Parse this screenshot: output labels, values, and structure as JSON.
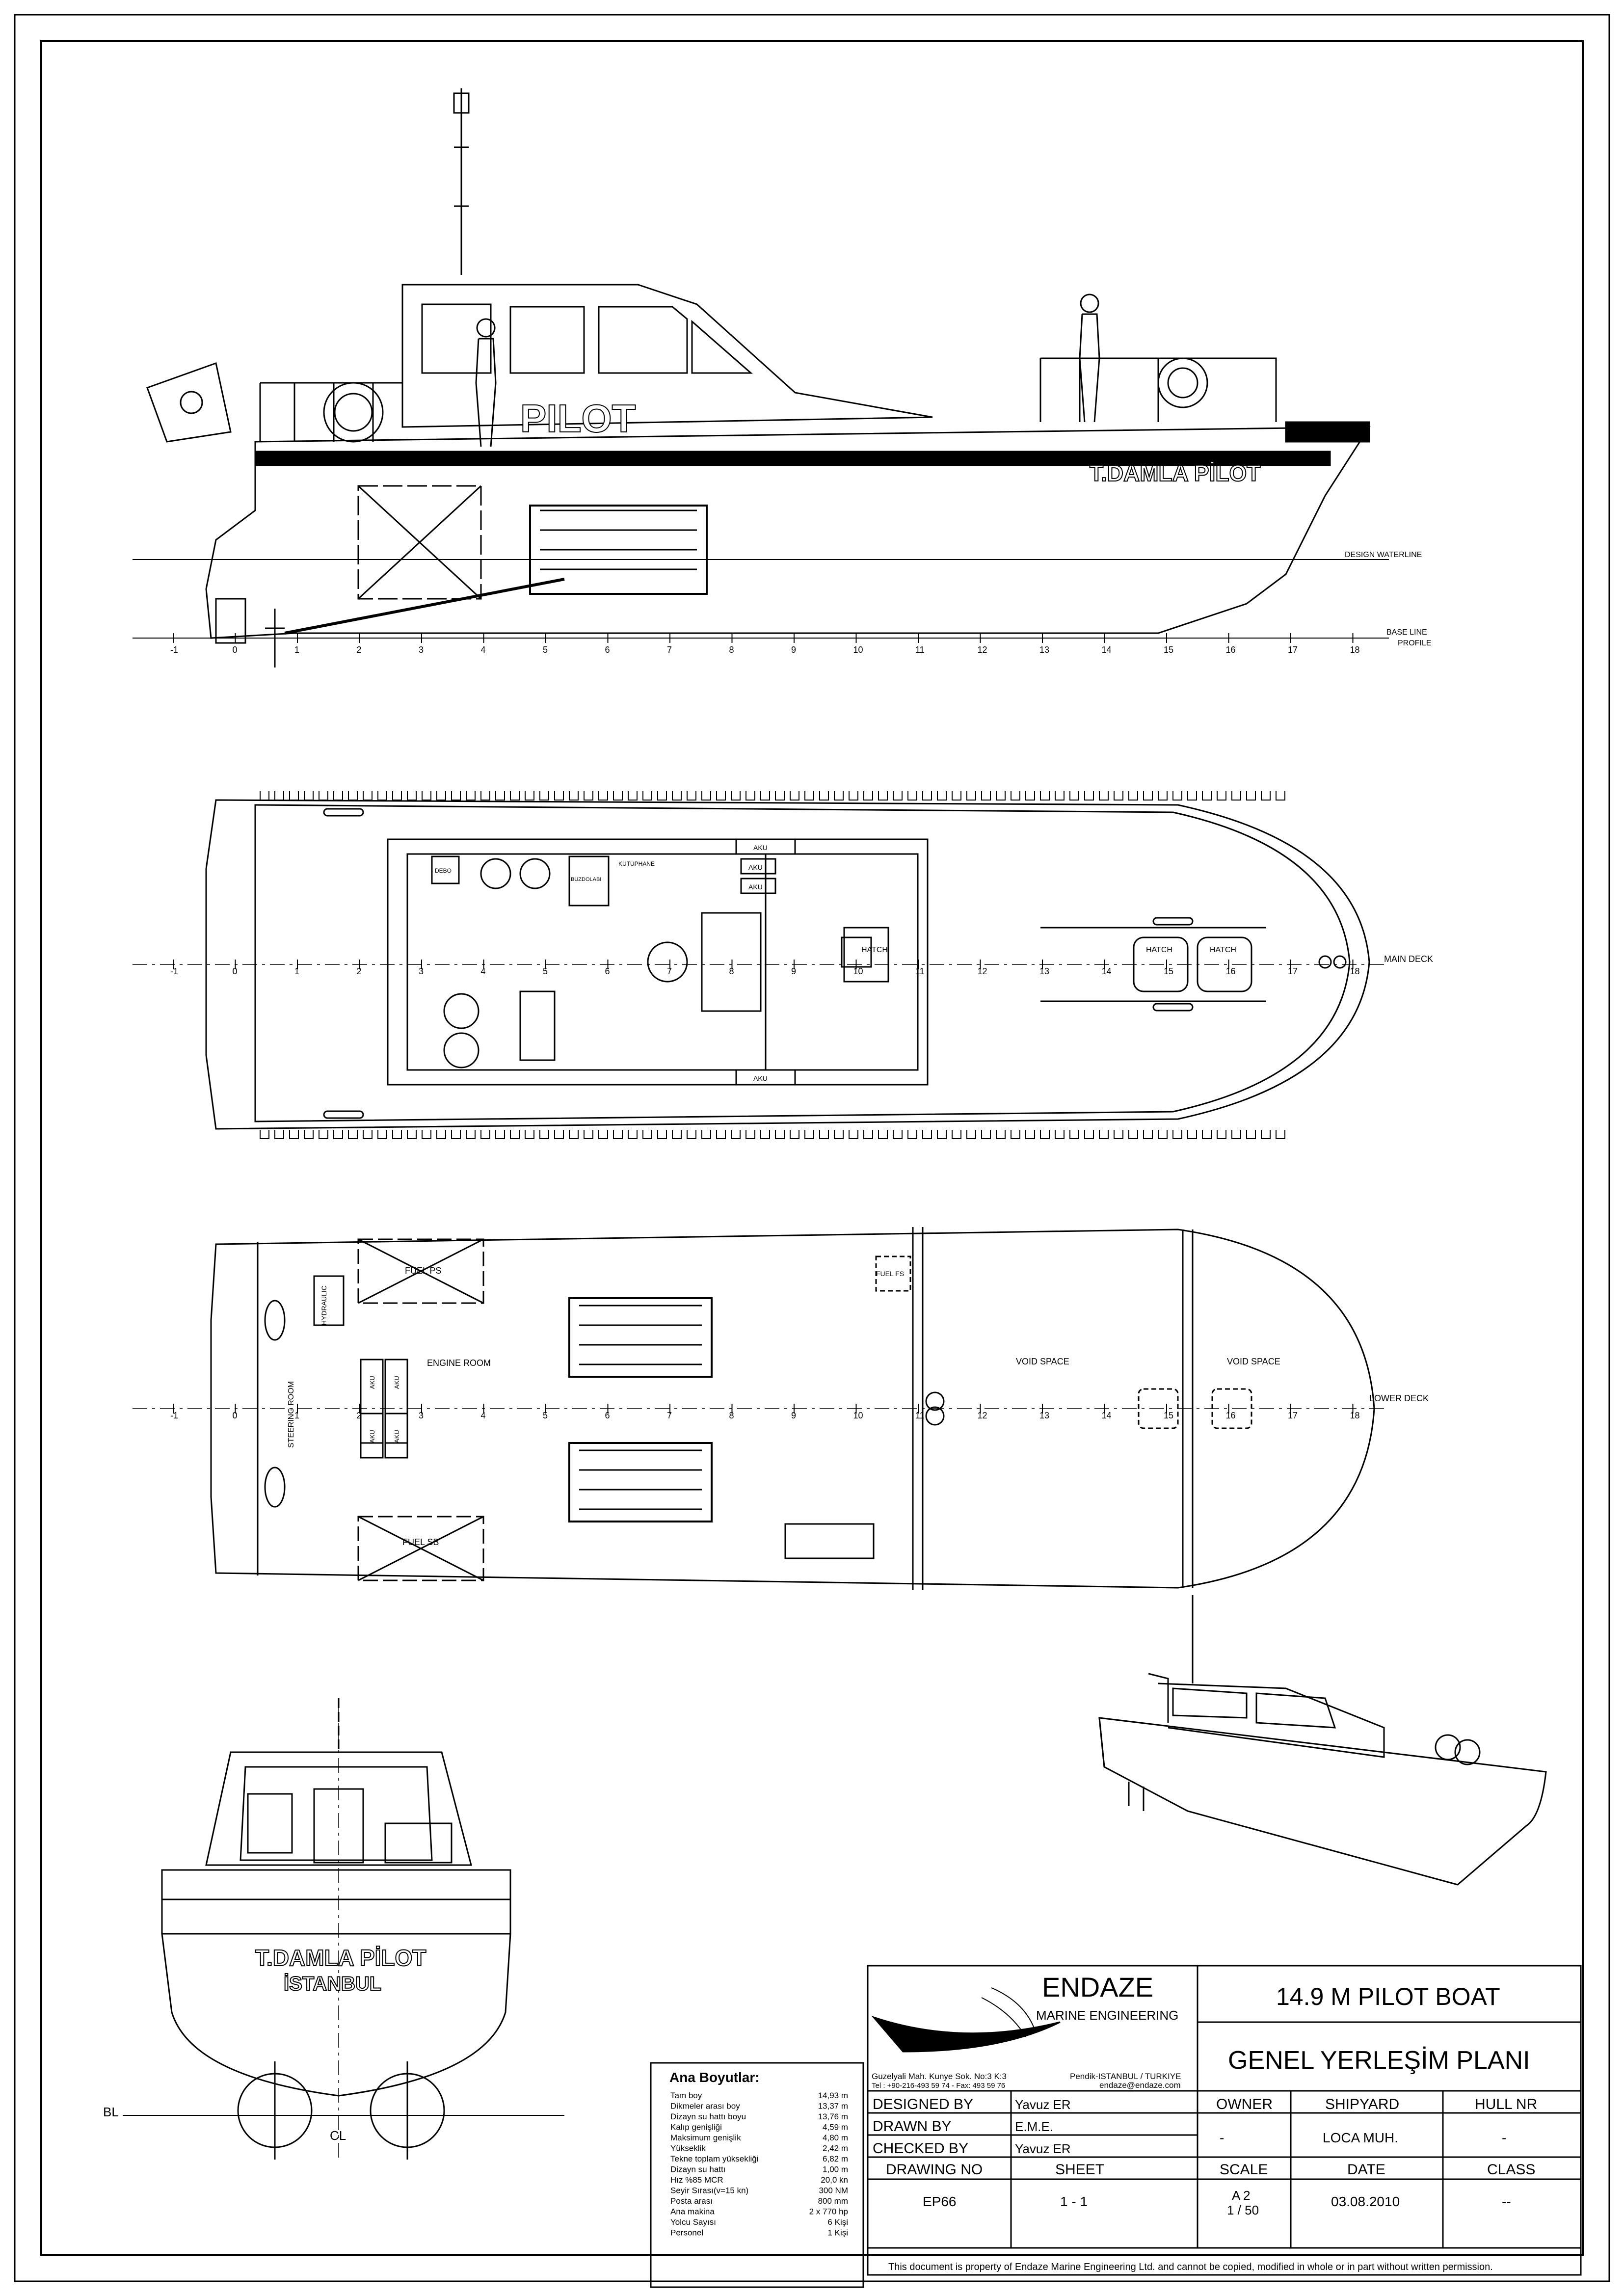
{
  "profile_view": {
    "vessel_name": "T.DAMLA PİLOT",
    "house_text": "PILOT",
    "design_waterline_label": "DESIGN WATERLINE",
    "base_line_label": "BASE LINE",
    "profile_label": "PROFILE",
    "frame_numbers": [
      "-1",
      "0",
      "1",
      "2",
      "3",
      "4",
      "5",
      "6",
      "7",
      "8",
      "9",
      "10",
      "11",
      "12",
      "13",
      "14",
      "15",
      "16",
      "17",
      "18"
    ]
  },
  "main_deck_view": {
    "label": "MAIN DECK",
    "hatch_labels": [
      "HATCH",
      "HATCH",
      "HATCH"
    ],
    "battery_labels": [
      "AKU",
      "AKU",
      "AKU",
      "AKU"
    ],
    "cabin_labels": [
      "DEBO",
      "KÜTÜPHANE",
      "BUZDOLABI"
    ],
    "frame_numbers": [
      "-1",
      "0",
      "1",
      "2",
      "3",
      "4",
      "5",
      "6",
      "7",
      "8",
      "9",
      "10",
      "11",
      "12",
      "13",
      "14",
      "15",
      "16",
      "17",
      "18"
    ]
  },
  "lower_deck_view": {
    "label": "LOWER DECK",
    "fuel_ps": "FUEL PS",
    "fuel_sb": "FUEL SB",
    "fuel_fwd": "FUEL FS",
    "hydraulic": "HYDRAULIC",
    "engine_room": "ENGINE ROOM",
    "steering_room": "STEERING ROOM",
    "void_space_1": "VOID SPACE",
    "void_space_2": "VOID SPACE",
    "aku_labels": [
      "AKU",
      "AKU",
      "AKU",
      "AKU"
    ],
    "frame_numbers": [
      "-1",
      "0",
      "1",
      "2",
      "3",
      "4",
      "5",
      "6",
      "7",
      "8",
      "9",
      "10",
      "11",
      "12",
      "13",
      "14",
      "15",
      "16",
      "17",
      "18"
    ]
  },
  "stern_view": {
    "name_line1": "T.DAMLA PİLOT",
    "name_line2": "İSTANBUL",
    "bl_label": "BL",
    "cl_label": "CL"
  },
  "main_dimensions": {
    "title": "Ana Boyutlar:",
    "rows": [
      {
        "label": "Tam boy",
        "value": "14,93 m"
      },
      {
        "label": "Dikmeler arası boy",
        "value": "13,37 m"
      },
      {
        "label": "Dizayn su hattı boyu",
        "value": "13,76 m"
      },
      {
        "label": "Kalıp genişliği",
        "value": "4,59 m"
      },
      {
        "label": "Maksimum genişlik",
        "value": "4,80 m"
      },
      {
        "label": "Yükseklik",
        "value": "2,42 m"
      },
      {
        "label": "Tekne toplam yüksekliği",
        "value": "6,82 m"
      },
      {
        "label": "Dizayn su hattı",
        "value": "1,00 m"
      },
      {
        "label": "Hız %85 MCR",
        "value": "20,0 kn"
      },
      {
        "label": "Seyir Sırası(v=15 kn)",
        "value": "300 NM"
      },
      {
        "label": "Posta arası",
        "value": "800 mm"
      },
      {
        "label": "Ana makina",
        "value": "2 x 770 hp"
      },
      {
        "label": "Yolcu Sayısı",
        "value": "6 Kişi"
      },
      {
        "label": "Personel",
        "value": "1 Kişi"
      }
    ]
  },
  "title_block": {
    "company_name": "ENDAZE",
    "company_sub": "MARINE ENGINEERING",
    "address_left": "Guzelyali Mah. Kunye Sok. No:3 K:3",
    "phone": "Tel : +90-216-493 59 74 - Fax: 493 59 76",
    "address_right": "Pendik-ISTANBUL / TURKIYE",
    "email": "endaze@endaze.com",
    "project_title": "14.9 M PILOT BOAT",
    "drawing_title": "GENEL YERLEŞİM PLANI",
    "designed_by_label": "DESIGNED BY",
    "designed_by": "Yavuz ER",
    "drawn_by_label": "DRAWN BY",
    "drawn_by": "E.M.E.",
    "checked_by_label": "CHECKED BY",
    "checked_by": "Yavuz ER",
    "owner_label": "OWNER",
    "owner": "-",
    "shipyard_label": "SHIPYARD",
    "shipyard": "LOCA MUH.",
    "hull_nr_label": "HULL NR",
    "hull_nr": "-",
    "drawing_no_label": "DRAWING NO",
    "drawing_no": "EP66",
    "sheet_label": "SHEET",
    "sheet": "1 - 1",
    "scale_label": "SCALE",
    "scale_paper": "A 2",
    "scale_ratio": "1 / 50",
    "date_label": "DATE",
    "date": "03.08.2010",
    "class_label": "CLASS",
    "class_value": "--",
    "disclaimer": "This document is property of  Endaze Marine Engineering Ltd. and cannot be copied, modified in whole or in part without written permission."
  }
}
